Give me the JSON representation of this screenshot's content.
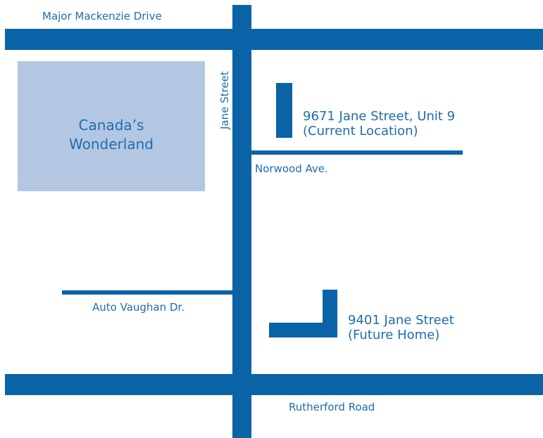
{
  "colors": {
    "road": "#0a63a6",
    "park": "#b3c7e3",
    "label": "#1e6db0",
    "background": "#ffffff"
  },
  "roads": {
    "major_mackenzie": "Major Mackenzie Drive",
    "jane": "Jane Street",
    "norwood": "Norwood Ave.",
    "auto_vaughan": "Auto Vaughan Dr.",
    "rutherford": "Rutherford Road"
  },
  "park": {
    "line1": "Canada’s",
    "line2": "Wonderland"
  },
  "locations": {
    "current": {
      "line1": "9671 Jane Street, Unit 9",
      "line2": "(Current Location)"
    },
    "future": {
      "line1": "9401 Jane Street",
      "line2": "(Future Home)"
    }
  }
}
